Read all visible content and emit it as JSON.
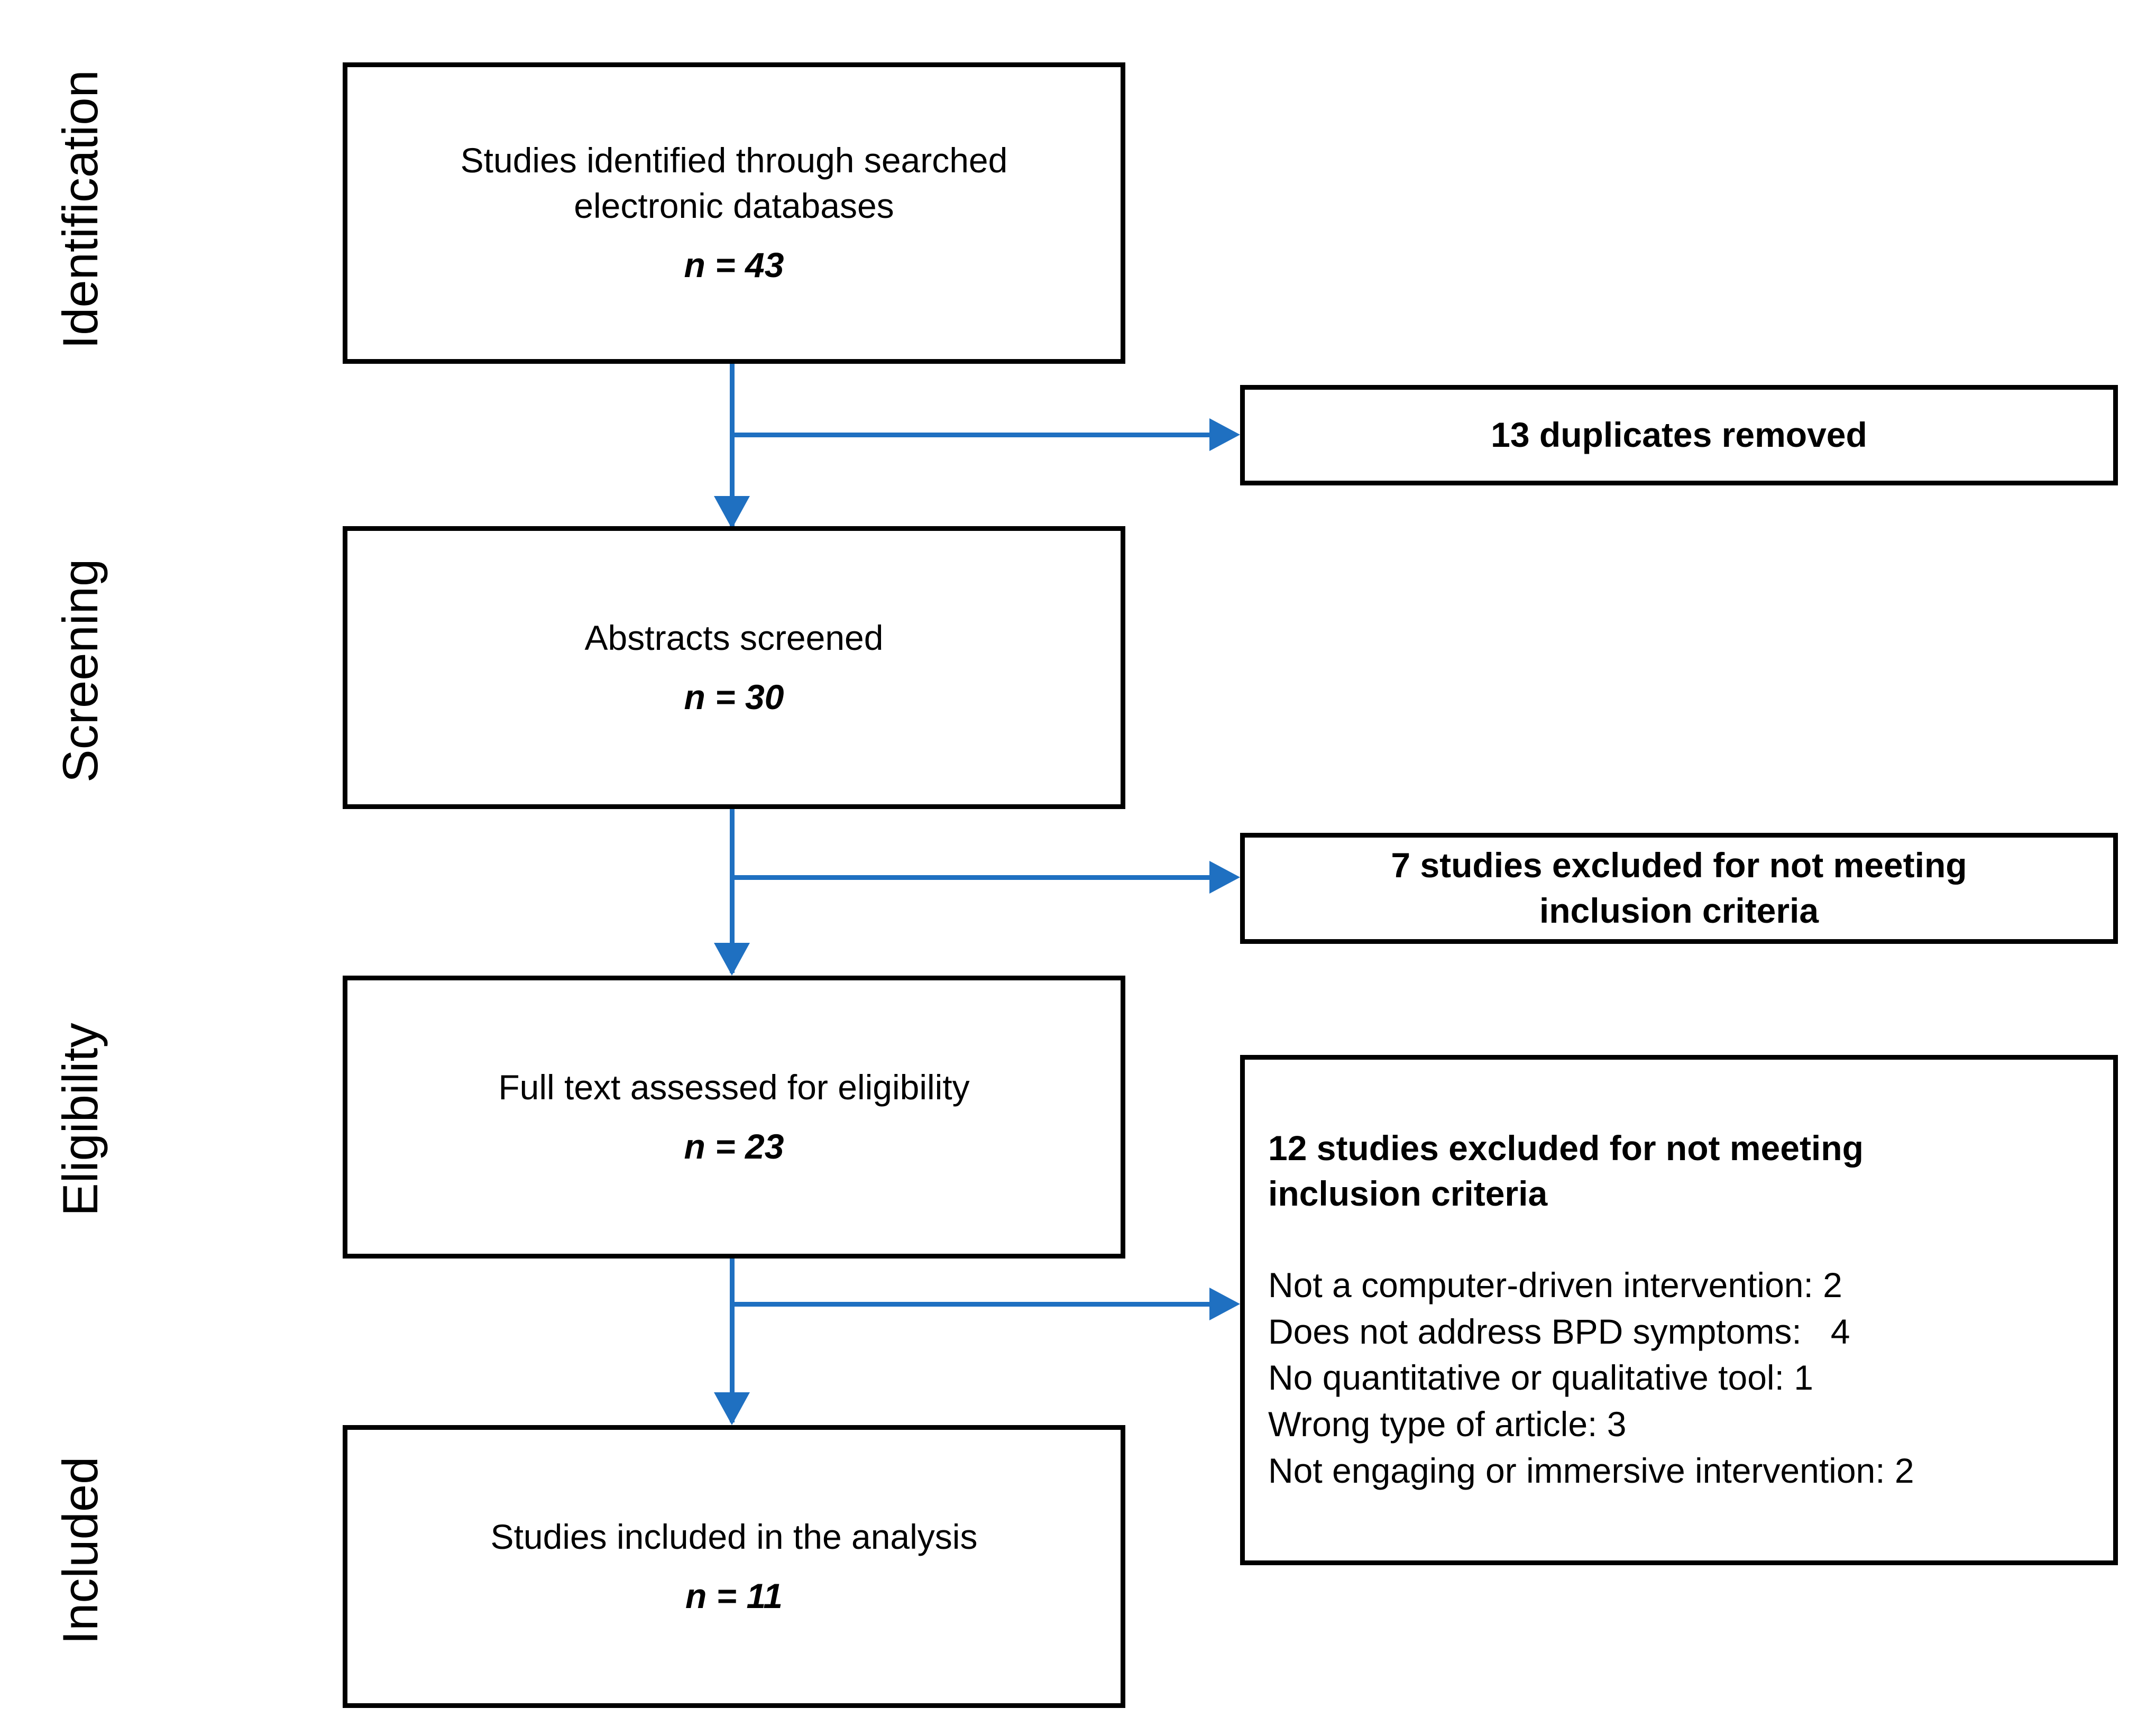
{
  "figure": {
    "type": "prisma-flow-diagram",
    "accent_color": "#1F70C1",
    "box_border_color": "#000000",
    "background_color": "#FFFFFF"
  },
  "stages": [
    {
      "id": "identification",
      "label": "Identification"
    },
    {
      "id": "screening",
      "label": "Screening"
    },
    {
      "id": "eligibility",
      "label": "Eligibility"
    },
    {
      "id": "included",
      "label": "Included"
    }
  ],
  "main_boxes": [
    {
      "id": "identified",
      "line1": "Studies identified through searched",
      "line2": "electronic databases",
      "count": "n = 43"
    },
    {
      "id": "screened",
      "line1": "Abstracts screened",
      "line2": "",
      "count": "n = 30"
    },
    {
      "id": "full-text",
      "line1": "Full text assessed for eligibility",
      "line2": "",
      "count": "n = 23"
    },
    {
      "id": "included",
      "line1": "Studies included in the analysis",
      "line2": "",
      "count": "n = 11"
    }
  ],
  "exclusion_boxes": [
    {
      "id": "duplicates",
      "line1": "13 duplicates removed",
      "line2": ""
    },
    {
      "id": "excluded-screening",
      "line1": "7 studies excluded for not meeting",
      "line2": "inclusion criteria"
    }
  ],
  "exclusion_detail_box": {
    "id": "excluded-eligibility",
    "heading": "12 studies excluded for not meeting\ninclusion criteria",
    "reasons": [
      "Not a computer-driven intervention: 2",
      "Does not address BPD symptoms:   4",
      "No quantitative or qualitative tool: 1",
      "Wrong type of article: 3",
      "Not engaging or immersive intervention: 2"
    ]
  },
  "chart_data": {
    "type": "diagram",
    "title": "PRISMA flow diagram",
    "nodes": [
      {
        "stage": "Identification",
        "label": "Studies identified through searched electronic databases",
        "n": 43
      },
      {
        "stage": "Screening",
        "label": "Abstracts screened",
        "n": 30
      },
      {
        "stage": "Eligibility",
        "label": "Full text assessed for eligibility",
        "n": 23
      },
      {
        "stage": "Included",
        "label": "Studies included in the analysis",
        "n": 11
      }
    ],
    "exclusions": [
      {
        "after_stage": "Identification",
        "label": "13 duplicates removed",
        "n": 13
      },
      {
        "after_stage": "Screening",
        "label": "7 studies excluded for not meeting inclusion criteria",
        "n": 7
      },
      {
        "after_stage": "Eligibility",
        "label": "12 studies excluded for not meeting inclusion criteria",
        "n": 12,
        "breakdown": [
          {
            "reason": "Not a computer-driven intervention",
            "n": 2
          },
          {
            "reason": "Does not address BPD symptoms",
            "n": 4
          },
          {
            "reason": "No quantitative or qualitative tool",
            "n": 1
          },
          {
            "reason": "Wrong type of article",
            "n": 3
          },
          {
            "reason": "Not engaging or immersive intervention",
            "n": 2
          }
        ]
      }
    ]
  }
}
